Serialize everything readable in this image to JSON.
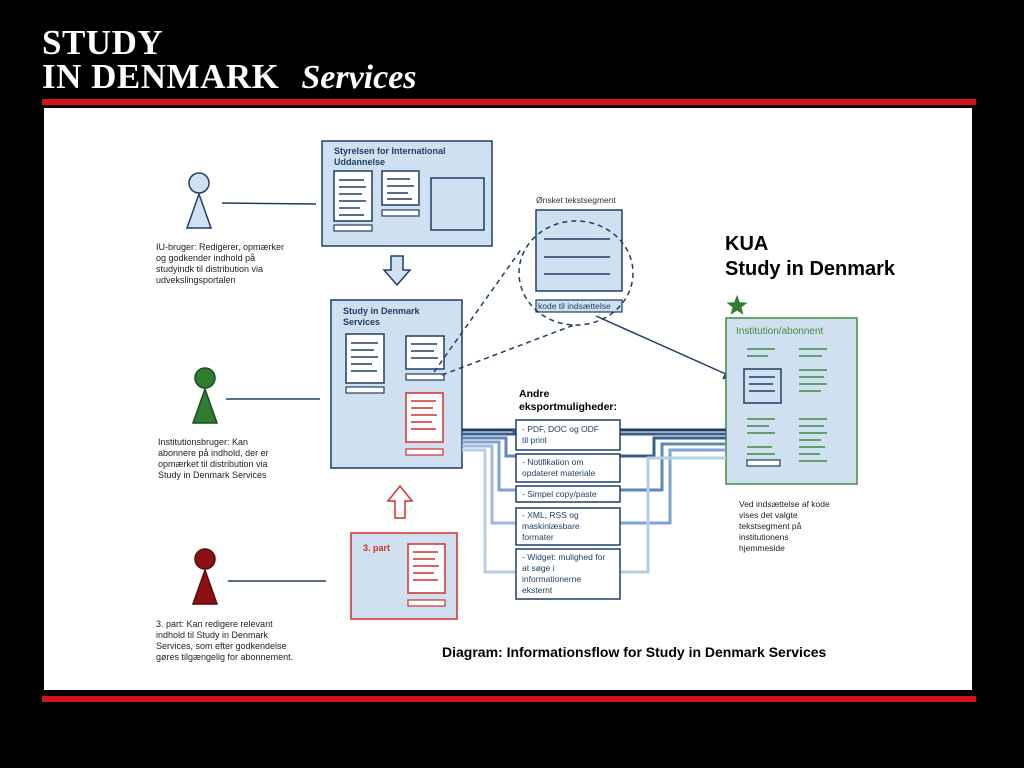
{
  "header": {
    "brand_line1": "STUDY",
    "brand_line2": "IN DENMARK",
    "brand_services": "Services"
  },
  "colors": {
    "background": "#000000",
    "accent_red": "#d4141c",
    "box_fill": "#cfe0f1",
    "box_stroke": "#1f3e66",
    "user_blue": "#cfe1f2",
    "user_green": "#2e7d32",
    "user_darkred": "#8b1014",
    "third_party_red": "#d32f2f",
    "institution_green": "#3e8e3e"
  },
  "diagram": {
    "ministry_box": {
      "title_line1": "Styrelsen for International",
      "title_line2": "Uddannelse"
    },
    "sid_box": {
      "title_line1": "Study in Denmark",
      "title_line2": "Services"
    },
    "third_party_box": {
      "title": "3. part"
    },
    "segment_box": {
      "title": "Ønsket tekstsegment",
      "code_label": "kode til indsættelse"
    },
    "kua": {
      "line1": "KUA",
      "line2": "Study in Denmark"
    },
    "institution_box": {
      "title": "Institution/abonnent"
    },
    "export_heading": {
      "line1": "Andre",
      "line2": "eksportmuligheder:"
    },
    "export_options": [
      {
        "lines": [
          "- PDF, DOC og ODF",
          "til print"
        ]
      },
      {
        "lines": [
          "- Notifikation om",
          "opdateret materiale"
        ]
      },
      {
        "lines": [
          "- Simpel copy/paste"
        ]
      },
      {
        "lines": [
          "- XML, RSS og",
          "maskinlæsbare",
          "formater"
        ]
      },
      {
        "lines": [
          "- Widget: mulighed for",
          "at søge i",
          "informationerne",
          "eksternt"
        ]
      }
    ],
    "users": [
      {
        "role": "iu-user",
        "description_lines": [
          "IU-bruger: Redigerer, opmærker",
          "og godkender indhold på",
          "studyindk til distribution via",
          "udvekslingsportalen"
        ]
      },
      {
        "role": "institution-user",
        "description_lines": [
          "Institutionsbruger: Kan",
          "abonnere på indhold, der er",
          "opmærket til distribution via",
          "Study in Denmark Services"
        ]
      },
      {
        "role": "third-party-user",
        "description_lines": [
          "3. part: Kan redigere relevant",
          "indhold til Study in Denmark",
          "Services, som efter godkendelse",
          "gøres tilgængelig for abonnement."
        ]
      }
    ],
    "institution_note_lines": [
      "Ved indsættelse af kode",
      "vises det valgte",
      "tekstsegment på",
      "institutionens",
      "hjemmeside"
    ],
    "caption": "Diagram: Informationsflow for  Study in Denmark Services"
  }
}
